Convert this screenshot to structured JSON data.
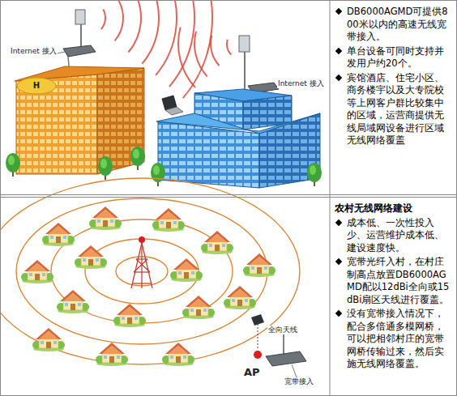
{
  "diagram": {
    "nodes": [
      {
        "text": [
          "DB6000AGMD可提供800米以内的高速无线宽带接入。",
          "单台设备可同时支持并发用户约20个。",
          "宾馆酒店、住宅小区、商务楼宇以及大专院校等上网客户群比较集中的区域，运营商提供无线局域网设备进行区域无线网络覆盖"
        ]
      },
      {
        "text": [
          "农村无线网络建设",
          "成本低、一次性投入少、运营维护成本低、建设速度快。",
          "宽带光纤入村，在村庄制高点放置DB6000AGMD配以12dBi全向或15dBi扇区天线进行覆盖。",
          "没有宽带接入情况下，配合多倍通多模网桥，可以把相邻村庄的宽带网桥传输过来，然后实施无线网络覆盖。"
        ]
      }
    ],
    "labels": [
      "Internet 接入",
      "Internet 接入",
      "H",
      "全向天线",
      "AP",
      "宽带接入"
    ]
  }
}
